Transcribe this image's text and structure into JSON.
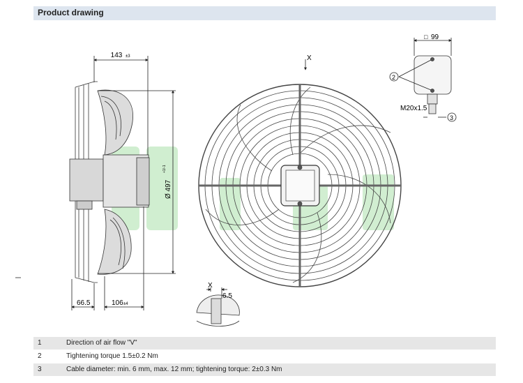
{
  "header": {
    "title": "Product drawing"
  },
  "dimensions": {
    "depth": "143",
    "depth_tol": "±3",
    "diameter": "Ø 497",
    "diameter_tol": "+1/-1",
    "rear_offset": "66.5",
    "front_offset": "106",
    "front_offset_tol": "±4",
    "box_width": "99",
    "thread": "M20x1.5",
    "detail_width": "6.5"
  },
  "callouts": {
    "c2": "2",
    "c3": "3",
    "x_top": "X",
    "x_detail": "X"
  },
  "notes": [
    {
      "num": "1",
      "text": "Direction of air flow \"V\""
    },
    {
      "num": "2",
      "text": "Tightening torque 1.5±0.2 Nm"
    },
    {
      "num": "3",
      "text": "Cable diameter: min. 6 mm, max. 12 mm; tightening torque: 2±0.3 Nm"
    }
  ],
  "watermark": {
    "color": "#7ccf7a"
  }
}
